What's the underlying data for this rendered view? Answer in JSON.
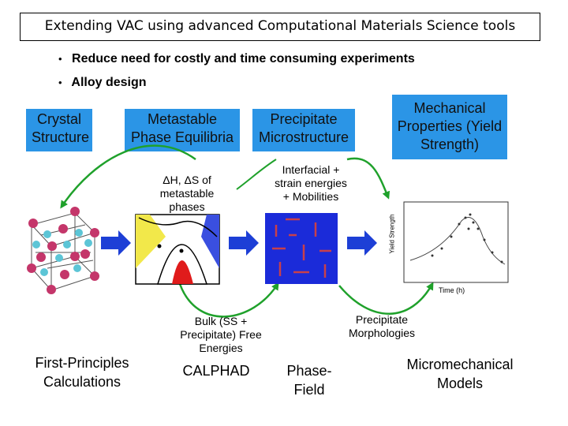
{
  "title": "Extending VAC using advanced Computational Materials Science tools",
  "bullets": [
    "Reduce need for costly and time consuming experiments",
    "Alloy design"
  ],
  "boxes": {
    "crystal": "Crystal Structure",
    "metastable": "Metastable Phase Equilibria",
    "precipitate": "Precipitate Microstructure",
    "mechanical": "Mechanical Properties (Yield Strength)"
  },
  "labels": {
    "dh_ds": "ΔH, ΔS of metastable phases",
    "interfacial": "Interfacial + strain energies + Mobilities",
    "bulk": "Bulk (SS + Precipitate) Free Energies",
    "morphologies": "Precipitate Morphologies"
  },
  "methods": {
    "first_principles": "First-Principles Calculations",
    "calphad": "CALPHAD",
    "phase_field": "Phase-Field",
    "micromechanical": "Micromechanical Models"
  },
  "plot": {
    "ylabel": "Yield Strength",
    "xlabel": "Time (h)"
  },
  "colors": {
    "box_blue": "#2b95e6",
    "arrow_blue": "#1d3fd6",
    "arrow_green": "#1fa12b",
    "phase_field_bg": "#1b2bd9"
  }
}
